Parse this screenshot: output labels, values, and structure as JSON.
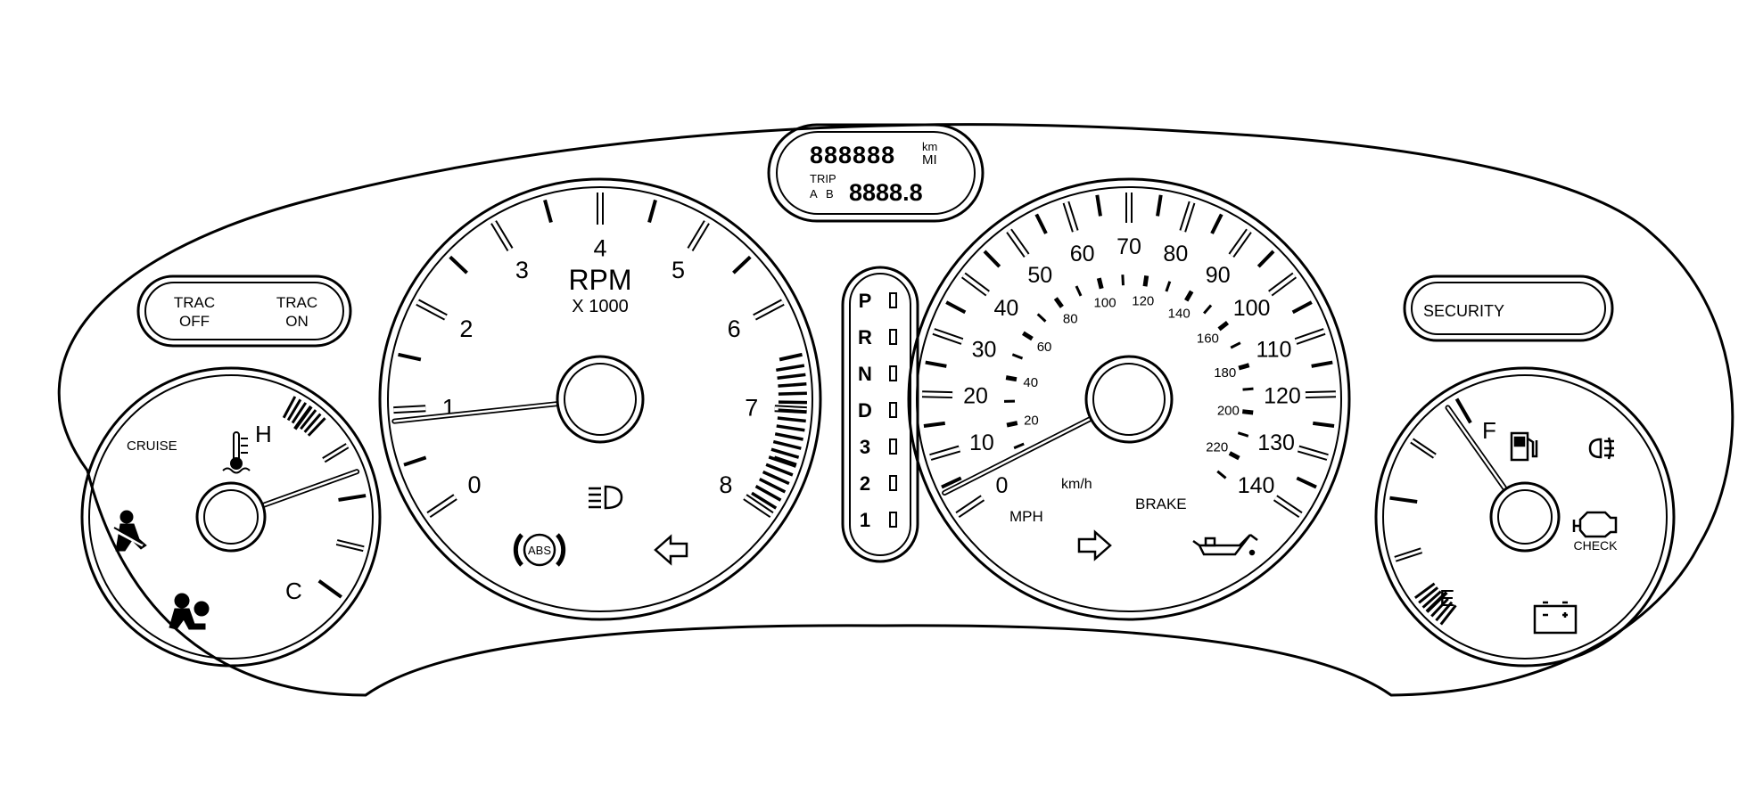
{
  "colors": {
    "ink": "#000000",
    "paper": "#ffffff"
  },
  "trac_panel": {
    "off_line1": "TRAC",
    "off_line2": "OFF",
    "on_line1": "TRAC",
    "on_line2": "ON"
  },
  "security_panel": {
    "label": "SECURITY"
  },
  "odometer": {
    "main_digits": "888888",
    "unit_top": "km",
    "unit_bottom": "MI",
    "trip_label": "TRIP",
    "trip_a": "A",
    "trip_b": "B",
    "trip_digits": "8888.8"
  },
  "tachometer": {
    "title": "RPM",
    "multiplier": "X 1000",
    "ticks": [
      "0",
      "1",
      "2",
      "3",
      "4",
      "5",
      "6",
      "7",
      "8"
    ],
    "needle_value": 0.9,
    "max_value": 8
  },
  "gear_selector": {
    "gears": [
      "P",
      "R",
      "N",
      "D",
      "3",
      "2",
      "1"
    ]
  },
  "speedometer": {
    "mph_ticks": [
      "0",
      "10",
      "20",
      "30",
      "40",
      "50",
      "60",
      "70",
      "80",
      "90",
      "100",
      "110",
      "120",
      "130",
      "140"
    ],
    "kmh_ticks": [
      "20",
      "40",
      "60",
      "80",
      "100",
      "120",
      "140",
      "160",
      "180",
      "200",
      "220"
    ],
    "unit_mph": "MPH",
    "unit_kmh": "km/h",
    "needle_value": 4,
    "max_value": 140
  },
  "temp_gauge": {
    "hot_label": "H",
    "cold_label": "C",
    "cruise_label": "CRUISE",
    "needle_fraction": 0.62
  },
  "fuel_gauge": {
    "full_label": "F",
    "empty_label": "E",
    "check_label": "CHECK",
    "needle_fraction": 0.95
  },
  "warning_labels": {
    "brake": "BRAKE",
    "abs": "ABS"
  },
  "icons": [
    "seatbelt-icon",
    "airbag-icon",
    "coolant-temp-icon",
    "headlight-icon",
    "abs-icon",
    "left-turn-signal-icon",
    "right-turn-signal-icon",
    "oil-pressure-icon",
    "fuel-pump-icon",
    "fog-light-icon",
    "check-engine-icon",
    "battery-icon"
  ]
}
